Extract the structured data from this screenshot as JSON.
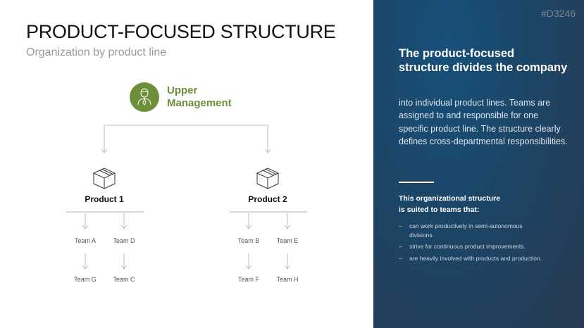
{
  "title": "PRODUCT-FOCUSED STRUCTURE",
  "subtitle": "Organization by product line",
  "management": {
    "label_line1": "Upper",
    "label_line2": "Management",
    "icon": "businessman-icon"
  },
  "products": [
    {
      "label": "Product 1",
      "teams": [
        "Team A",
        "Team D",
        "Team G",
        "Team C"
      ]
    },
    {
      "label": "Product 2",
      "teams": [
        "Team B",
        "Team E",
        "Team F",
        "Team H"
      ]
    }
  ],
  "panel": {
    "code": "#D3246",
    "heading": "The product-focused structure divides the company",
    "body": "into individual product lines. Teams are assigned to and responsible for one specific product line. The structure clearly defines cross-departmental responsibilities.",
    "subheading_line1": "This organizational structure",
    "subheading_line2": "is suited to teams that:",
    "bullets": [
      "can work productively in semi-autonomous divisions.",
      "strive for continuous product improvements.",
      "are heavily involved with products and production."
    ]
  },
  "colors": {
    "accent": "#6e8f3a",
    "panel": "#1c4566"
  }
}
